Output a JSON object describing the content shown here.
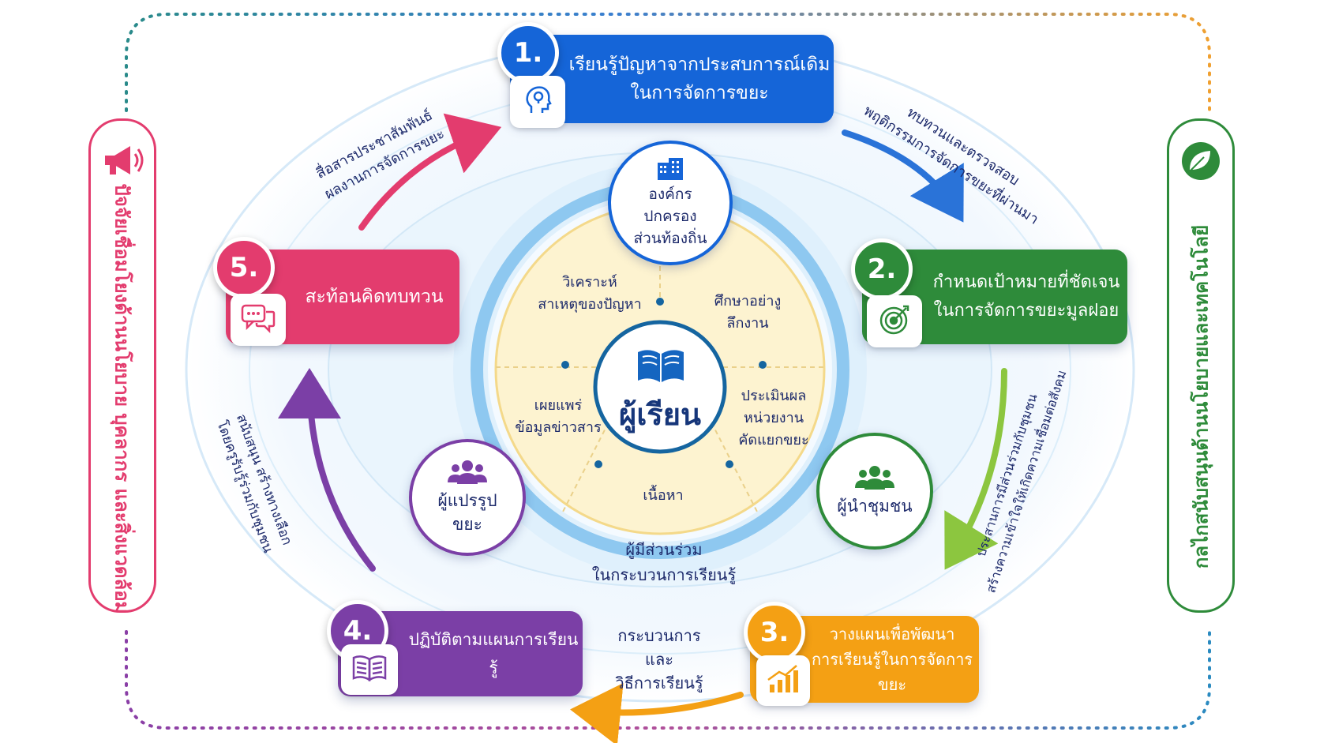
{
  "center": {
    "title": "ผู้เรียน"
  },
  "steps": [
    {
      "number": "1.",
      "label": "เรียนรู้ปัญหาจากประสบการณ์เดิม\nในการจัดการขยะ",
      "color": "#1565d8",
      "icon": "lightbulb-head-icon"
    },
    {
      "number": "2.",
      "label": "กำหนดเป้าหมายที่ชัดเจน\nในการจัดการขยะมูลฝอย",
      "color": "#2e8b3a",
      "icon": "target-icon"
    },
    {
      "number": "3.",
      "label": "วางแผนเพื่อพัฒนา\nการเรียนรู้ในการจัดการขยะ",
      "color": "#f4a014",
      "icon": "chart-growth-icon"
    },
    {
      "number": "4.",
      "label": "ปฏิบัติตามแผนการเรียนรู้",
      "color": "#7b3fa6",
      "icon": "open-book-icon"
    },
    {
      "number": "5.",
      "label": "สะท้อนคิดทบทวน",
      "color": "#e33c6e",
      "icon": "chat-bubbles-icon"
    }
  ],
  "participants": [
    {
      "label": "องค์กร\nปกครอง\nส่วนท้องถิ่น",
      "color": "#1565d8",
      "icon": "building-icon"
    },
    {
      "label": "ผู้นำชุมชน",
      "color": "#2e8b3a",
      "icon": "people-group-icon"
    },
    {
      "label": "ผู้แปรรูป\nขยะ",
      "color": "#7b3fa6",
      "icon": "people-group-icon"
    }
  ],
  "segments": [
    {
      "label": "วิเคราะห์\nสาเหตุของปัญหา"
    },
    {
      "label": "ศึกษาอย่างู\nลึกงาน"
    },
    {
      "label": "ประเมินผล\nหน่วยงาน\nคัดแยกขยะ"
    },
    {
      "label": "เนื้อหา"
    },
    {
      "label": "เผยแพร่\nข้อมูลข่าวสาร"
    }
  ],
  "ring_label": "ผู้มีส่วนร่วม\nในกระบวนการเรียนรู้",
  "arrow_labels": {
    "a12": "ทบทวนและตรวจสอบ\nพฤติกรรมการจัดการขยะที่ผ่านมา",
    "a23": "ประสานการมีส่วนร่วมกับชุมชน\nสร้างความเข้าใจให้เกิดความเชื่อมต่อสังคม",
    "a34": "กระบวนการ\nและ\nวิธีการเรียนรู้",
    "a45": "สนับสนุน สร้างทางเลือก\nโดยครูรับรู้ร่วมกับชุมชน",
    "a51": "สื่อสารประชาสัมพันธ์\nผลงานการจัดการขยะ"
  },
  "side_left": {
    "label": "ปัจจัยเชื่อมโยงด้านนโยบาย บุคลากร และสิ่งแวดล้อม",
    "color": "#e33c6e",
    "icon": "megaphone-icon"
  },
  "side_right": {
    "label": "กลไกสนับสนุนด้านนโยบายและเทคโนโลยี",
    "color": "#2e8b3a",
    "icon": "leaf-icon"
  },
  "colors": {
    "navy": "#1d2a6b",
    "ring_blue": "#8ec8f0",
    "segment_fill": "#fdf3d0"
  }
}
